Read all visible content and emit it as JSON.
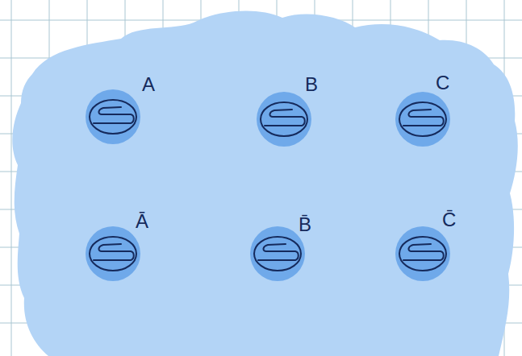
{
  "diagram": {
    "nodes": [
      {
        "text": [
          "A"
        ]
      },
      {
        "text": [
          "B"
        ]
      },
      {
        "text": [
          "C"
        ]
      },
      {
        "text": [
          "Ā"
        ]
      },
      {
        "text": [
          "B̄"
        ]
      },
      {
        "text": [
          "C̄"
        ]
      }
    ]
  }
}
